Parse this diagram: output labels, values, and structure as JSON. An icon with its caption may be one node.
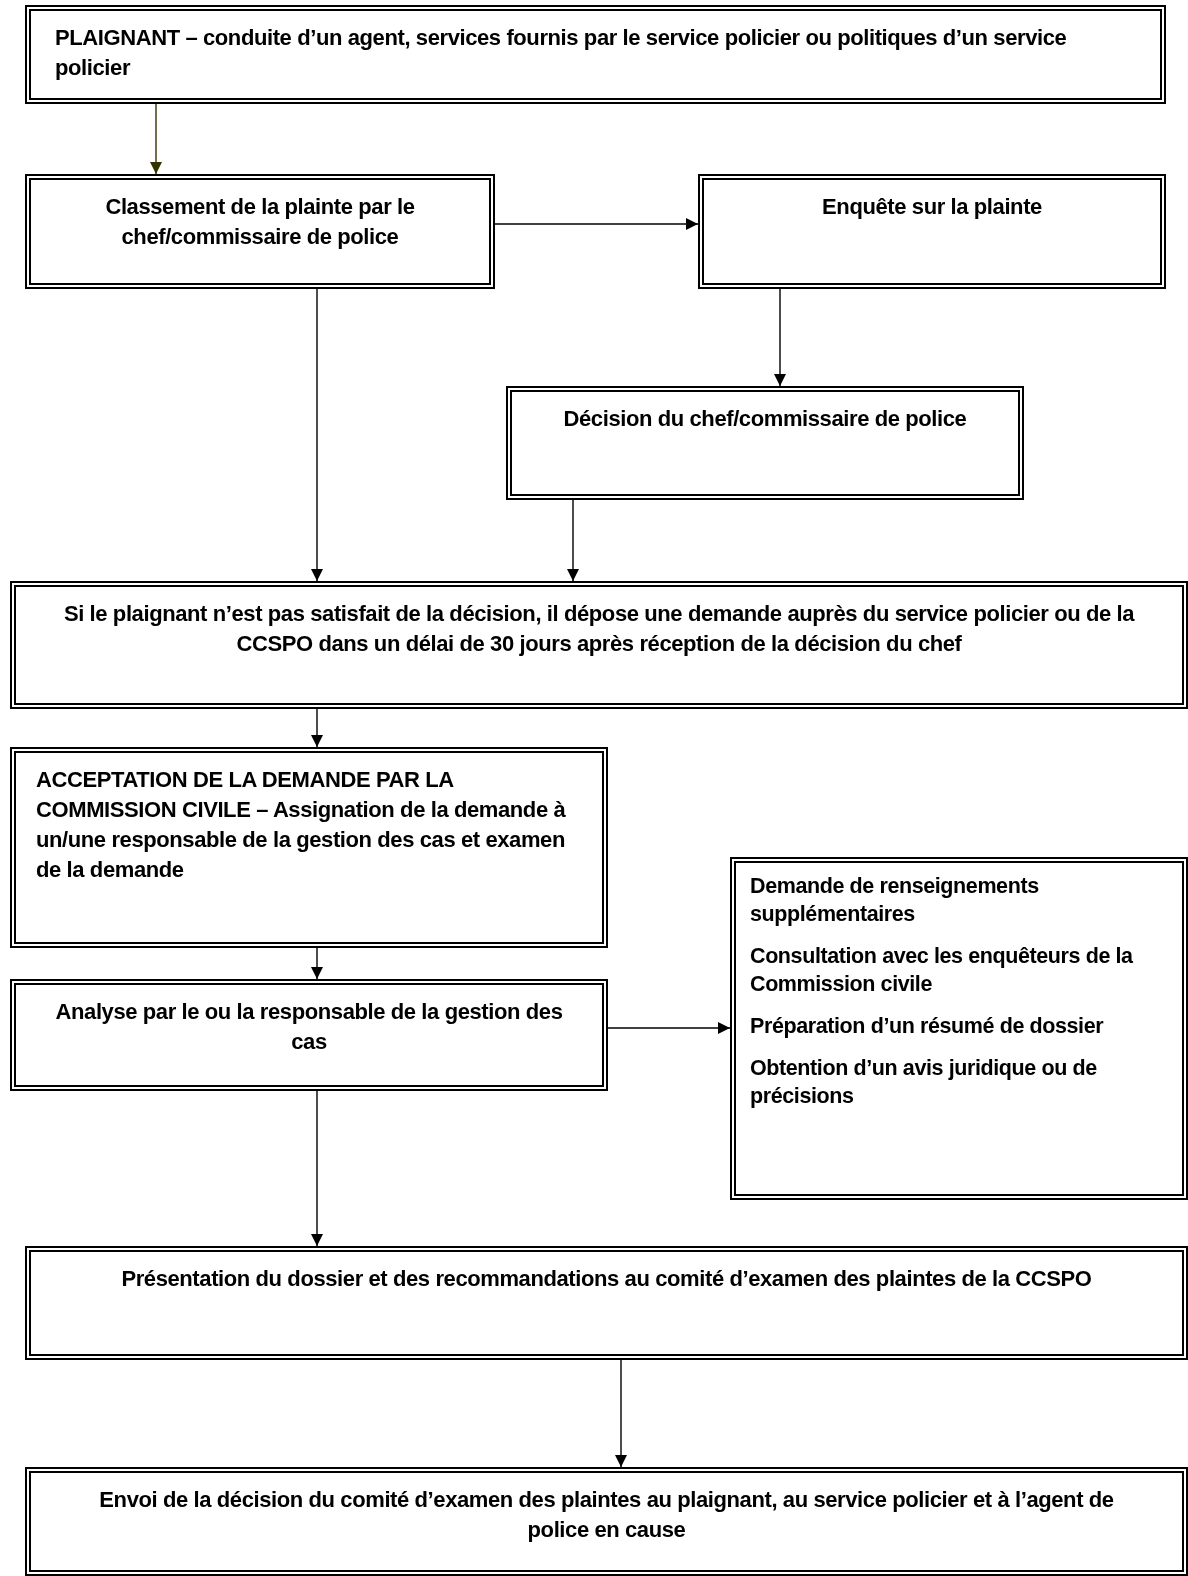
{
  "diagram": {
    "nodes": [
      {
        "text": [
          "PLAIGNANT – conduite d’un agent, services fournis par le service policier ou politiques d’un service policier"
        ]
      },
      {
        "text": [
          "Classement de la plainte par le chef/commissaire de police"
        ]
      },
      {
        "text": [
          "Enquête sur la plainte"
        ]
      },
      {
        "text": [
          "Décision du chef/commissaire de police"
        ]
      },
      {
        "text": [
          "Si le plaignant n’est pas satisfait de la décision, il dépose une demande auprès du service policier ou de la CCSPO dans un délai de 30 jours après réception de la décision du chef"
        ]
      },
      {
        "text": [
          "ACCEPTATION DE LA DEMANDE PAR LA COMMISSION CIVILE – Assignation de la demande à un/une responsable de la gestion des cas et examen de la demande"
        ]
      },
      {
        "text": [
          "Analyse par le ou la responsable de la gestion des cas"
        ]
      },
      {
        "text": [
          "Demande de renseignements supplémentaires",
          "Consultation avec les enquêteurs de la Commission civile",
          "Préparation d’un résumé de dossier",
          "Obtention d’un avis juridique ou de précisions"
        ]
      },
      {
        "text": [
          "Présentation du dossier et des recommandations au comité d’examen des plaintes de la CCSPO"
        ]
      },
      {
        "text": [
          "Envoi de la décision du comité d’examen des plaintes au plaignant, au service policier et à l’agent de police en cause"
        ]
      }
    ],
    "edges": [
      {
        "from": 0,
        "to": 1,
        "arrow": "to",
        "color": "#333300"
      },
      {
        "from": 1,
        "to": 2,
        "arrow": "to"
      },
      {
        "from": 2,
        "to": 3,
        "arrow": "to"
      },
      {
        "from": 1,
        "to": 4,
        "arrow": "to"
      },
      {
        "from": 3,
        "to": 4,
        "arrow": "to"
      },
      {
        "from": 4,
        "to": 5,
        "arrow": "to"
      },
      {
        "from": 5,
        "to": 6,
        "arrow": "to"
      },
      {
        "from": 6,
        "to": 7,
        "arrow": "to"
      },
      {
        "from": 6,
        "to": 8,
        "arrow": "to"
      },
      {
        "from": 8,
        "to": 9,
        "arrow": "to"
      }
    ]
  }
}
